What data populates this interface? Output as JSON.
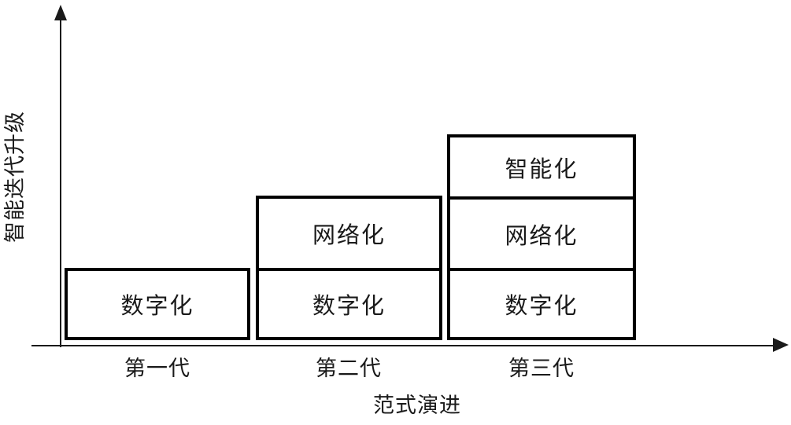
{
  "chart_data": {
    "type": "bar",
    "title": "",
    "xlabel": "范式演进",
    "ylabel": "智能迭代升级",
    "categories": [
      "第一代",
      "第二代",
      "第三代"
    ],
    "stacked": true,
    "grid": false,
    "legend": "none",
    "axis_arrows": true,
    "xlim_labels": [],
    "ylim_labels": [],
    "series": [
      {
        "name": "数字化",
        "values": [
          1,
          1,
          1
        ]
      },
      {
        "name": "网络化",
        "values": [
          0,
          1,
          1
        ]
      },
      {
        "name": "智能化",
        "values": [
          0,
          0,
          1
        ]
      }
    ],
    "bars": [
      {
        "category": "第一代",
        "segments": [
          {
            "label": "数字化",
            "value": 1
          }
        ]
      },
      {
        "category": "第二代",
        "segments": [
          {
            "label": "网络化",
            "value": 1
          },
          {
            "label": "数字化",
            "value": 1
          }
        ]
      },
      {
        "category": "第三代",
        "segments": [
          {
            "label": "智能化",
            "value": 1
          },
          {
            "label": "网络化",
            "value": 1
          },
          {
            "label": "数字化",
            "value": 1
          }
        ]
      }
    ],
    "colors": {
      "stroke": "#000000",
      "fill": "#ffffff",
      "text": "#1a1a1a",
      "axis": "#1a1a1a"
    }
  }
}
